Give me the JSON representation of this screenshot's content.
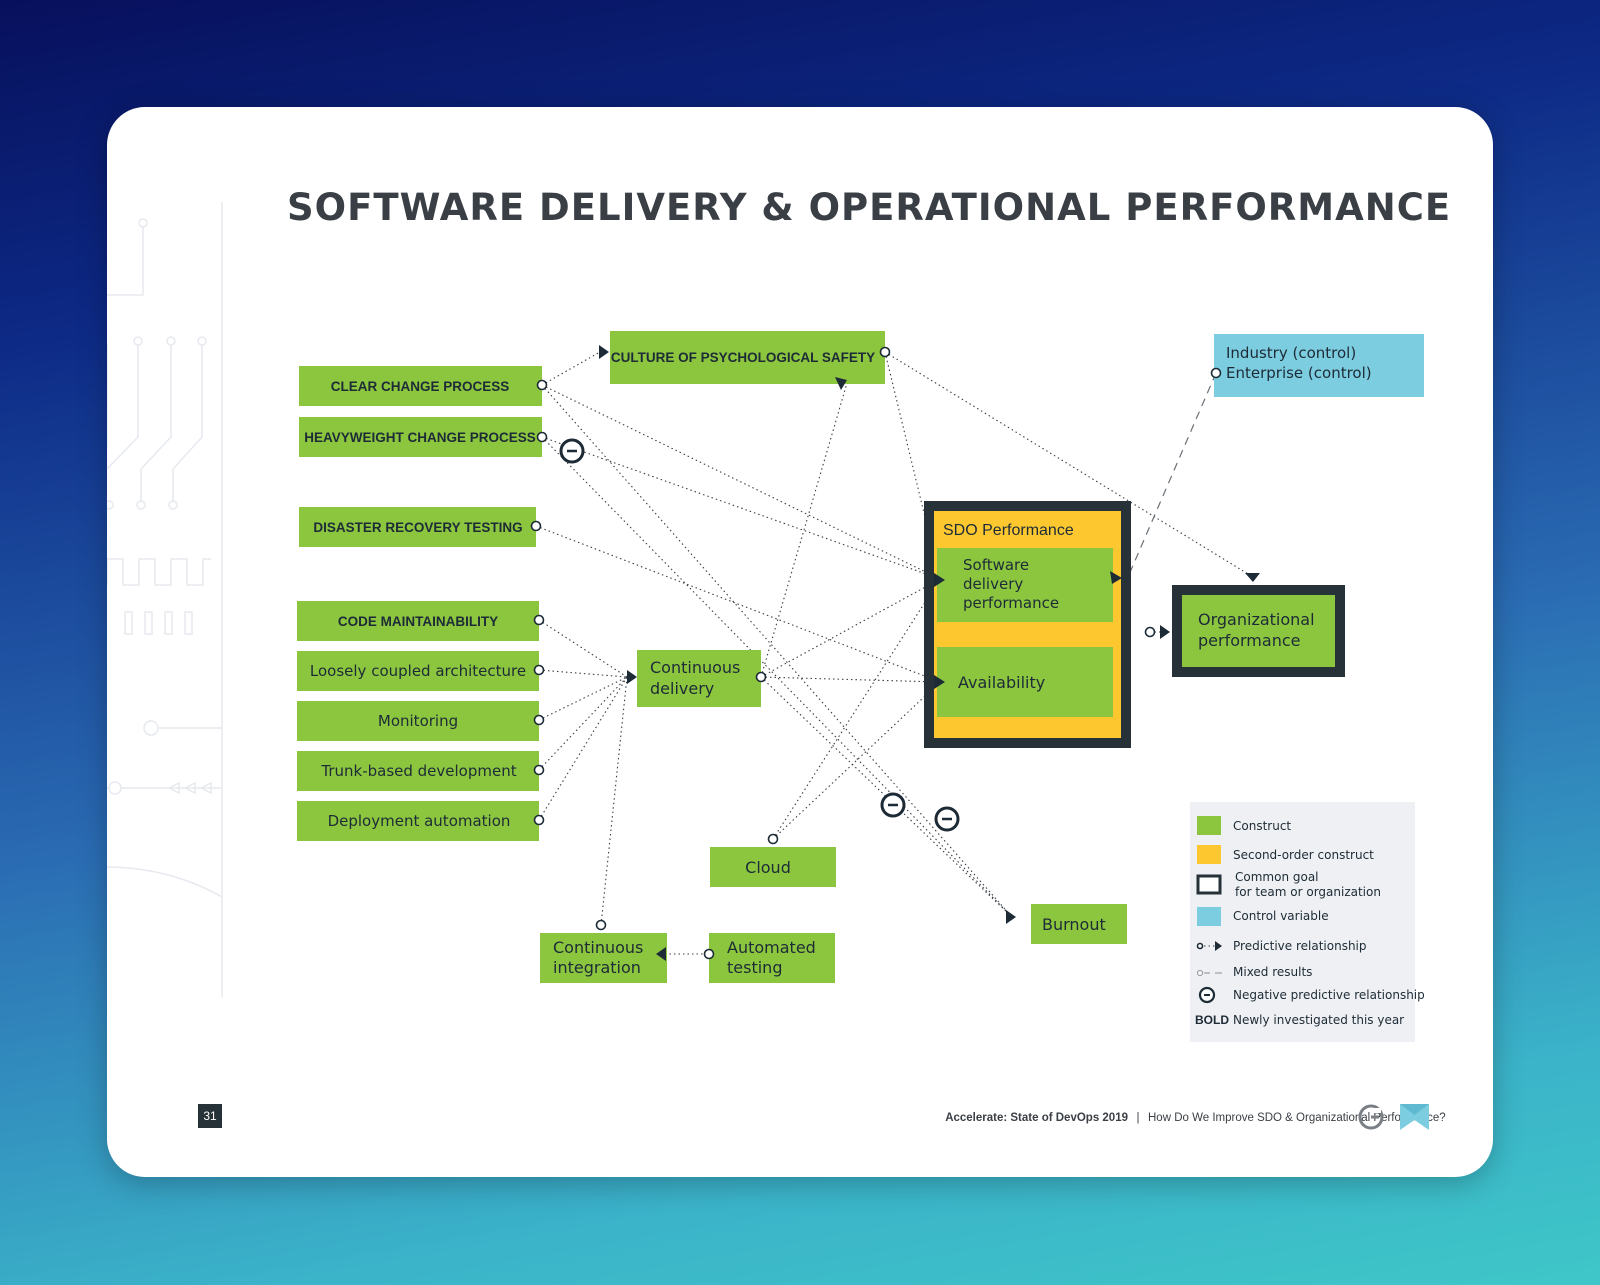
{
  "title": "SOFTWARE DELIVERY & OPERATIONAL PERFORMANCE",
  "constructs": {
    "clear_change_process": "CLEAR CHANGE PROCESS",
    "heavyweight_change_process": "HEAVYWEIGHT CHANGE PROCESS",
    "disaster_recovery_testing": "DISASTER RECOVERY TESTING",
    "code_maintainability": "CODE MAINTAINABILITY",
    "loosely_coupled": "Loosely coupled architecture",
    "monitoring": "Monitoring",
    "trunk_based": "Trunk-based development",
    "deployment_automation": "Deployment automation",
    "culture_psych_safety": "CULTURE OF PSYCHOLOGICAL SAFETY",
    "continuous_delivery": [
      "Continuous",
      "delivery"
    ],
    "cloud": "Cloud",
    "continuous_integration": [
      "Continuous",
      "integration"
    ],
    "automated_testing": [
      "Automated",
      "testing"
    ],
    "burnout": "Burnout",
    "sdo_performance": "SDO Performance",
    "software_delivery_performance": [
      "Software",
      "delivery",
      "performance"
    ],
    "availability": "Availability",
    "organizational_performance": [
      "Organizational",
      "performance"
    ],
    "control": [
      "Industry (control)",
      "Enterprise (control)"
    ]
  },
  "negative_mark": "-",
  "legend": {
    "construct": "Construct",
    "second_order": "Second-order construct",
    "common_goal": [
      "Common goal",
      "for team or organization"
    ],
    "control_variable": "Control variable",
    "predictive": "Predictive relationship",
    "mixed": "Mixed results",
    "negative": "Negative predictive relationship",
    "bold_key": "BOLD",
    "bold_desc": "Newly investigated this year"
  },
  "footer": {
    "page_number": "31",
    "report": "Accelerate: State of DevOps 2019",
    "separator": "|",
    "section": "How Do We Improve SDO & Organizational Performance?"
  },
  "colors": {
    "construct": "#8cc63f",
    "second_order": "#fdc82f",
    "common_goal_border": "#263238",
    "control_variable": "#7dcde0"
  },
  "icons": [
    "g-logo-icon",
    "bookmark-icon",
    "negative-relationship-icon",
    "arrowhead-icon"
  ]
}
